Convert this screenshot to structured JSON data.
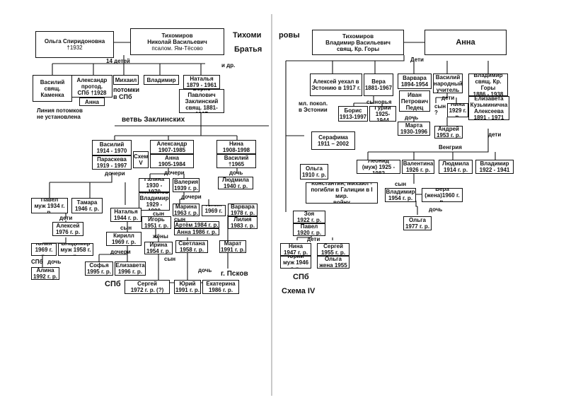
{
  "left": {
    "header_title": "Тихоми",
    "brothers": "Братья",
    "olga": {
      "name": "Ольга Спиридоновна",
      "date": "†1932"
    },
    "nikolai": {
      "name": "Тихомиров\nНиколай Васильевич",
      "note": "псалом. Ям-Тёсово"
    },
    "fourteen": "14 детей",
    "and_more": "и др.",
    "vasily1": "Василий\nсвящ.\nКаменка",
    "lineage_unknown": "Линия потомков\nне установлена",
    "alexander1": "Александр\nпротод.\nСПб †1928",
    "anna1": "Анна",
    "mikhail": "Михаил",
    "descendants_spb": "потомки\nв СПб",
    "vladimir1": "Владимир",
    "natalya1": "Наталья\n1879 - 1961",
    "boris": "Борис\nПавлович\nЗаклинский\nсвящ. 1881-1967",
    "branch": "ветвь Заклинских",
    "vasily2": "Василий\n1914 - 1970",
    "paraskeva": "Параскева\n1919 - 1997",
    "daughters1": "дочери",
    "scheme_v": "Схема\nV",
    "alexander2": "Александр\n1907-1985",
    "anna2": "Анна\n1905-1984",
    "daughters2": "дочери",
    "galina": "Галина\n1930 - 1970",
    "mikhailov": "Михайлов\nВладимир\n1929 - 1990",
    "valeria": "Валерия\n1939 г. р.",
    "daughters3": "дочери",
    "marina": "Марина\n1963 г. р.",
    "yulia_r": "Юлия\n1969 г. р.",
    "son3": "сын",
    "artem": "Артём 1984 г. р.",
    "anna3": "Анна 1986 г. р.",
    "nina1": "Нина\n1908-1998",
    "vasily3": "Василий\n†1965",
    "daughter1": "дочь",
    "lyudmila1": "Людмила\n1940 г. р.",
    "varvara1": "Варвара\n1978 г. р.",
    "liliya": "Лилия\n1983 г. р.",
    "marat": "Марат\n1991 г. р.",
    "pskov": "г. Псков",
    "pavel1": "Павел\nмуж 1934 г. р.",
    "tamara": "Тамара\n1946 г. р.",
    "children1": "дети",
    "alexei1": "Алексей\n1976 г. р.",
    "yulia2": "Юлия\n1969 г. р.",
    "vladimir2": "Владимир\nмуж 1958 г. р.",
    "spb_daughter": "СПб   дочь",
    "alina": "Алина\n1992 г. р.",
    "natalya2": "Наталья\n1944 г. р.",
    "son1": "сын",
    "kirill": "Кирилл\n1969 г. р.",
    "daughters4": "дочери",
    "sofya": "Софья\n1995 г. р.",
    "elizaveta1": "Елизавета\n1996 г. р.",
    "spb2": "СПб",
    "son2": "сын",
    "igor": "Игорь\n1951 г. р.",
    "wives": "жёны",
    "irina": "Ирина\n1954 г. р.",
    "svetlana": "Светлана\n1958 г. р.",
    "son4": "сын",
    "daughter2": "дочь",
    "sergei1": "Сергей\n1972 г. р. (?)",
    "yuri1": "Юрий\n1991 г. р.",
    "ekaterina": "Екатерина\n1986 г. р."
  },
  "right": {
    "header_title": "ровы",
    "vasily_head": "Тихомиров\nВладимир Васильевич\nсвящ. Кр. Горы",
    "anna_head": "Анна",
    "children_label": "Дети",
    "alexei_emig": "Алексей уехал в\nЭстонию в 1917 г.",
    "vera": "Вера\n1881-1967",
    "varvara2": "Варвара\n1894-1954",
    "vasily_teacher": "Василий\nнародный\nучитель",
    "vladimir_priest": "Владимир\nсвящ. Кр. Горы\n1886 - 1938",
    "estonia": "мл. покол.\nв Эстонии",
    "sons": "сыновья",
    "ivan": "Иван\nПетрович\nПедец",
    "daughter3": "дочь",
    "children2": "дети",
    "son5": "сын\n?",
    "nina2": "Нина\n1929 г. р.",
    "elizaveta2": "Елизавета\nКузьминична\nАлексеева\n1891 - 1971",
    "boris2": "Борис\n1913-1997",
    "guri": "Гурий\n1925-1944",
    "marta": "Марта\n1930-1996",
    "andrei": "Андрей\n1953 г. р.",
    "hungary": "Венгрия",
    "children3": "дети",
    "serafima": "Серафима\n1911 – 2002",
    "olga2": "Ольга\n1910 г. р.",
    "leonid": "Леонид\n(муж) 1925 - 1982",
    "valentina": "Валентина\n1926 г. р.",
    "lyudmila2": "Людмила\n1914 г. р.",
    "vladimir3": "Владимир\n1922 - 1941",
    "konstantin": "Константин, Михаил -\nпогибли в Галиции в I мир.\nвойну",
    "son6": "сын",
    "vladimir4": "Владимир\n1954 г. р.",
    "vera2": "Вера\n(жена)1960 г. р.",
    "daughter4": "дочь",
    "olga3": "Ольга\n1977 г. р.",
    "zoya": "Зоя\n1922 г. р.",
    "pavel2": "Павел\n1920 г. р.",
    "children4": "дети",
    "nina3": "Нина\n1947 г. р.",
    "yuri2": "Юрий\nмуж 1946 г. р.",
    "sergei2": "Сергей\n1955 г. р.",
    "olga4": "Ольга\nжена 1955",
    "spb3": "СПб",
    "scheme_iv": "Схема IV"
  }
}
